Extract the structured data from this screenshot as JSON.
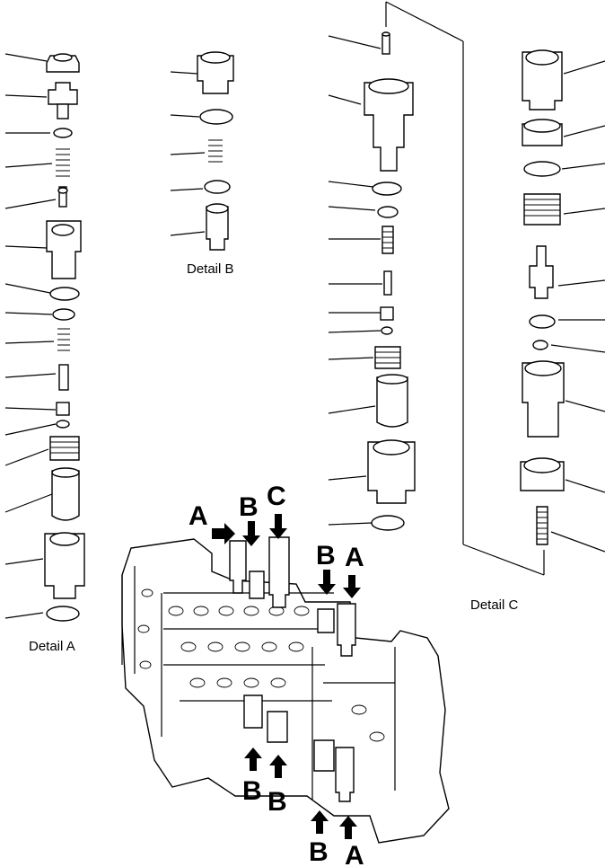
{
  "details": {
    "a": "Detail  A",
    "b": "Detail  B",
    "c": "Detail  C"
  },
  "markers": {
    "top_a": "A",
    "top_b": "B",
    "top_c": "C",
    "right_b": "B",
    "right_a": "A",
    "lower_b1": "B",
    "lower_b2": "B",
    "bottom_b": "B",
    "bottom_a": "A"
  }
}
